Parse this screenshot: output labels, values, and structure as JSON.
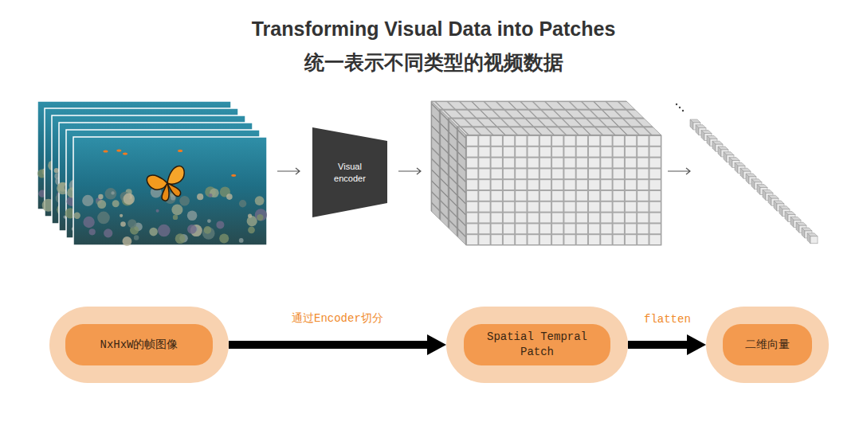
{
  "diagram": {
    "title": "Transforming Visual Data into Patches",
    "nodes": [
      {
        "text": [
          "Visual encoder"
        ]
      },
      {
        "text": [
          "NxHxW的帧图像"
        ]
      },
      {
        "text": [
          "Spatial Tempral Patch"
        ]
      },
      {
        "text": [
          "二维向量"
        ]
      }
    ],
    "edges": [
      {
        "from": 1,
        "to": 2,
        "arrow": "to",
        "label": "通过Encoder切分"
      },
      {
        "from": 2,
        "to": 3,
        "arrow": "to",
        "label": "flatten"
      }
    ],
    "labels": [
      "统一表示不同类型的视频数据"
    ]
  }
}
